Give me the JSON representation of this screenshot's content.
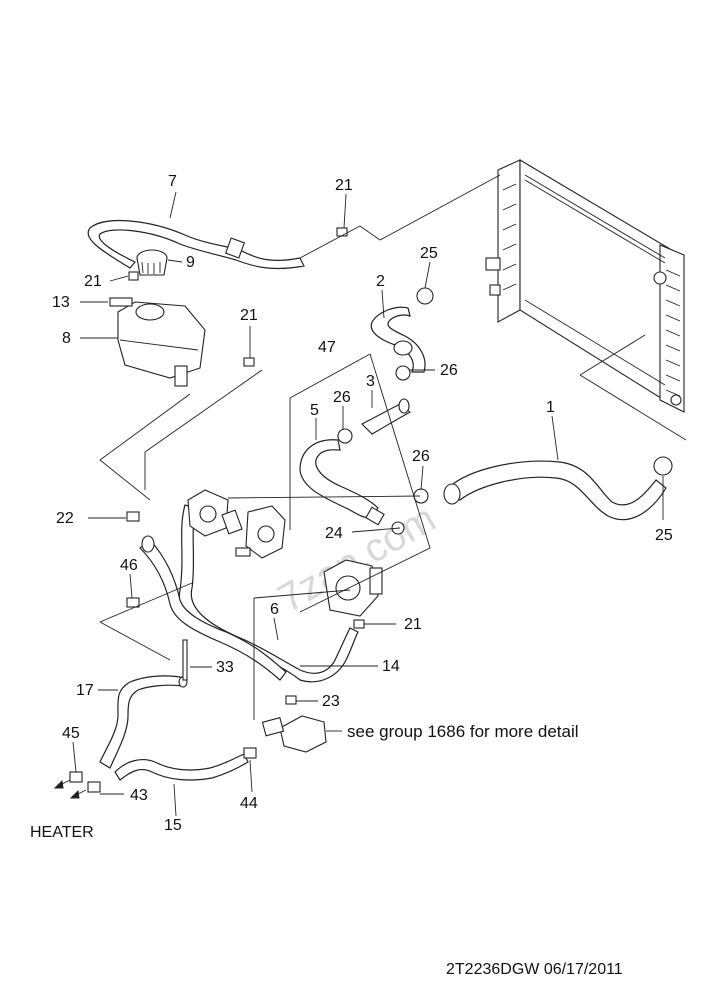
{
  "diagram": {
    "callouts": {
      "c1": "1",
      "c2": "2",
      "c3": "3",
      "c5": "5",
      "c6": "6",
      "c7": "7",
      "c8": "8",
      "c9": "9",
      "c13": "13",
      "c14": "14",
      "c15": "15",
      "c17": "17",
      "c21a": "21",
      "c21b": "21",
      "c21c": "21",
      "c21d": "21",
      "c22": "22",
      "c23": "23",
      "c24": "24",
      "c25a": "25",
      "c25b": "25",
      "c26a": "26",
      "c26b": "26",
      "c26c": "26",
      "c33": "33",
      "c43": "43",
      "c44": "44",
      "c45": "45",
      "c46": "46",
      "c47": "47"
    },
    "note": "see group 1686 for more detail",
    "heater_label": "HEATER",
    "watermark": "7zap.com",
    "footer": "2T2236DGW  06/17/2011"
  }
}
